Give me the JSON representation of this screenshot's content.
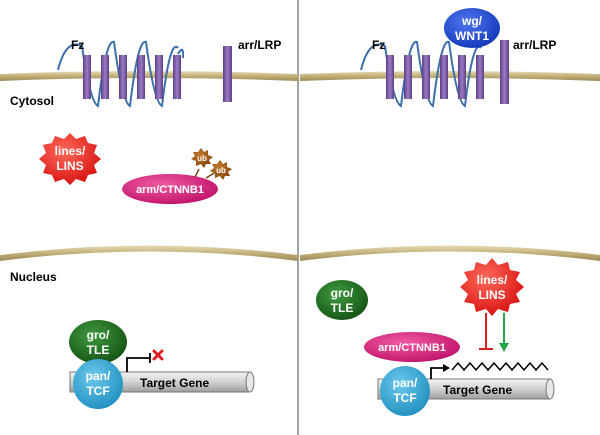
{
  "left": {
    "receptor_label": "Fz",
    "coreceptor_label": "arr/LRP",
    "cytosol_label": "Cytosol",
    "nucleus_label": "Nucleus",
    "lines_line1": "lines/",
    "lines_line2": "LINS",
    "arm_label": "arm/CTNNB1",
    "ub_label": "ub",
    "gro_line1": "gro/",
    "gro_line2": "TLE",
    "pan_line1": "pan/",
    "pan_line2": "TCF",
    "target_gene_label": "Target Gene"
  },
  "right": {
    "receptor_label": "Fz",
    "coreceptor_label": "arr/LRP",
    "wg_line1": "wg/",
    "wg_line2": "WNT1",
    "gro_line1": "gro/",
    "gro_line2": "TLE",
    "lines_line1": "lines/",
    "lines_line2": "LINS",
    "arm_label": "arm/CTNNB1",
    "pan_line1": "pan/",
    "pan_line2": "TCF",
    "target_gene_label": "Target Gene"
  },
  "colors": {
    "membrane": "#c9b98a",
    "receptor": "#7b5aa6",
    "receptor_line": "#3d6fa8",
    "lines_red": "#e81e1e",
    "arm_pink": "#d81b7d",
    "ub_brown": "#9a5414",
    "gro_green": "#1e6b1e",
    "pan_blue": "#2fa8d8",
    "wg_blue": "#1f4fd6",
    "inhibit_red": "#d42020",
    "activate_green": "#22a84a",
    "repress_x": "#e02020"
  }
}
